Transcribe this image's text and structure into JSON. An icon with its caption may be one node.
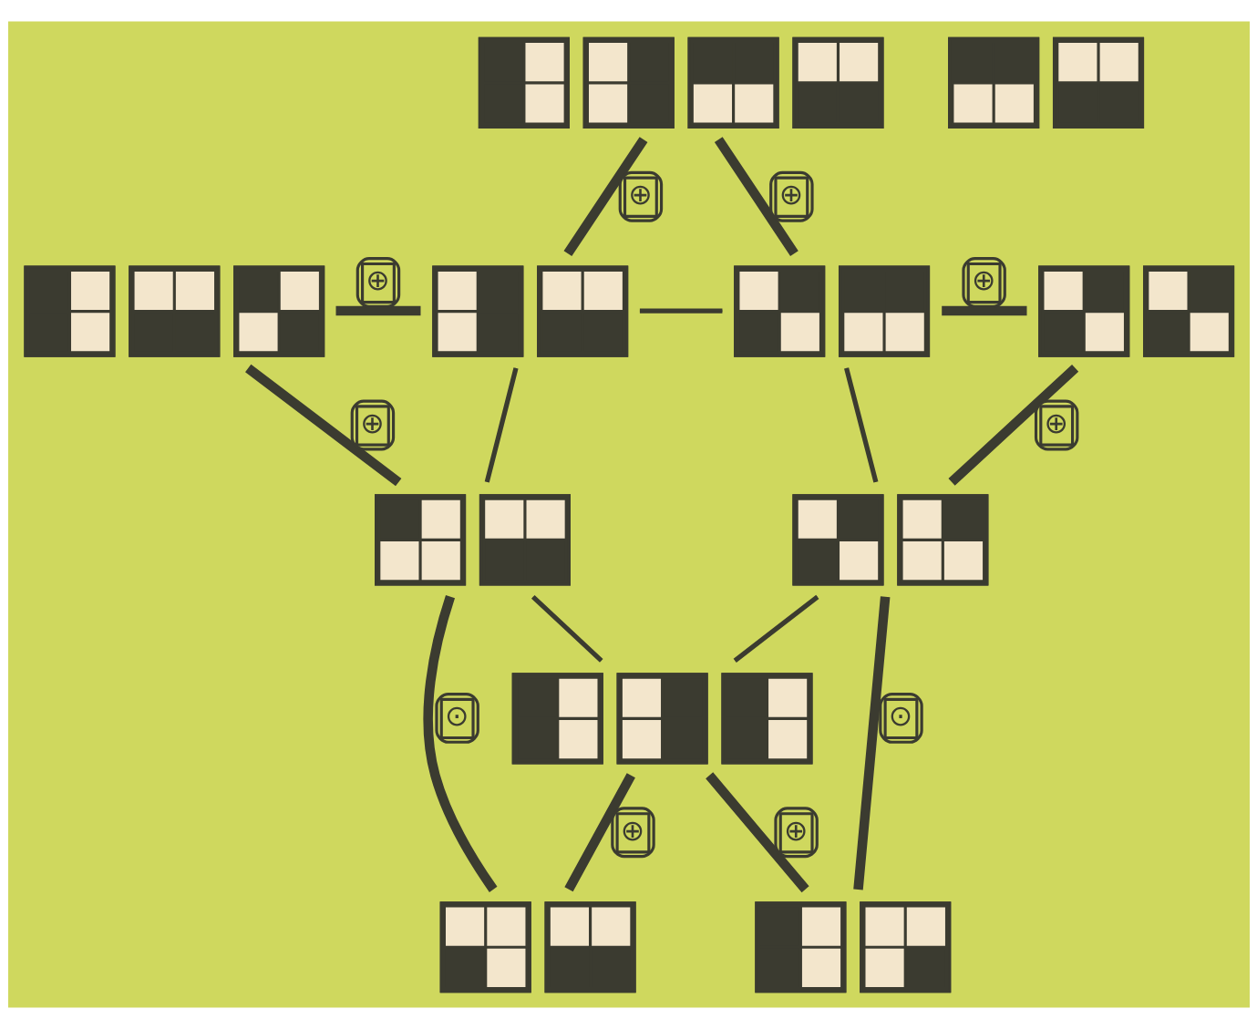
{
  "diagram": {
    "nodes": [
      {
        "text": [],
        "shape": "box"
      },
      {
        "text": [],
        "shape": "box"
      },
      {
        "text": [],
        "shape": "box"
      },
      {
        "text": [],
        "shape": "box"
      },
      {
        "text": [],
        "shape": "box"
      },
      {
        "text": [],
        "shape": "box"
      },
      {
        "text": [],
        "shape": "box"
      },
      {
        "text": [],
        "shape": "box"
      },
      {
        "text": [],
        "shape": "box"
      },
      {
        "text": [],
        "shape": "box"
      },
      {
        "text": [],
        "shape": "box"
      }
    ],
    "edges": [
      {
        "from": 0,
        "to": 3,
        "arrow": "none",
        "label": "⊕"
      },
      {
        "from": 0,
        "to": 4,
        "arrow": "none",
        "label": "⊕"
      },
      {
        "from": 2,
        "to": 3,
        "arrow": "none",
        "label": "⊕"
      },
      {
        "from": 3,
        "to": 4,
        "arrow": "none"
      },
      {
        "from": 4,
        "to": 5,
        "arrow": "none",
        "label": "⊕"
      },
      {
        "from": 2,
        "to": 6,
        "arrow": "none",
        "label": "⊕"
      },
      {
        "from": 5,
        "to": 7,
        "arrow": "none",
        "label": "⊕"
      },
      {
        "from": 3,
        "to": 6,
        "arrow": "none"
      },
      {
        "from": 4,
        "to": 7,
        "arrow": "none"
      },
      {
        "from": 6,
        "to": 8,
        "arrow": "none"
      },
      {
        "from": 7,
        "to": 8,
        "arrow": "none"
      },
      {
        "from": 6,
        "to": 9,
        "arrow": "none",
        "label": "⊙"
      },
      {
        "from": 8,
        "to": 9,
        "arrow": "none",
        "label": "⊕"
      },
      {
        "from": 7,
        "to": 10,
        "arrow": "none",
        "label": "⊙"
      },
      {
        "from": 8,
        "to": 10,
        "arrow": "none",
        "label": "⊕"
      }
    ]
  }
}
